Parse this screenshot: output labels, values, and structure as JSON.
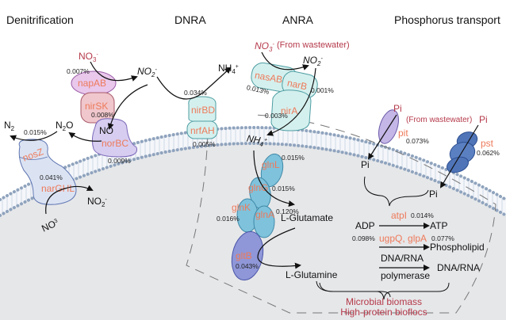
{
  "sections": {
    "denitrification": "Denitrification",
    "dnra": "DNRA",
    "anra": "ANRA",
    "phosphorus": "Phosphorus transport"
  },
  "colors": {
    "enzyme_label": "#ee7a5a",
    "source_label": "#b5394a",
    "membrane_dots": "#8fa3bd",
    "cell_fill": "#e6e7e9",
    "napAB_fill": "#e9c8ec",
    "nirSK_fill": "#f0c7cc",
    "norBC_fill": "#d6cdf0",
    "narGHL_fill": "#dbe3f3",
    "dnra_fill": "#d4f0ee",
    "gln_fill": "#7fc2dc",
    "gltB_fill": "#8f97d8",
    "pit_fill": "#c4b6e6",
    "pst_fill": "#4f74b8"
  },
  "denitrification": {
    "no3_top": "NO",
    "no3_top_sub": "3",
    "no3_top_sup": "-",
    "napAB": "napAB",
    "napAB_pct": "0.007%",
    "no2": "NO",
    "no2_sub": "2",
    "no2_sup": "-",
    "nirSK": "nirSK",
    "nirSK_pct": "0.008%",
    "no": "NO",
    "norBC": "norBC",
    "norBC_pct": "0.009%",
    "n2o": "N",
    "n2o_sub": "2",
    "n2o_o": "O",
    "n2": "N",
    "n2_sub": "2",
    "nosZ": "nosZ",
    "nosZ_pct": "0.015%",
    "narGHL": "narGHL",
    "narGHL_pct": "0.041%",
    "no3_bottom": "NO",
    "no3_bottom_sub": "3",
    "no3_bottom_sup": "-",
    "no2_bottom": "NO",
    "no2_bottom_sub": "2",
    "no2_bottom_sup": "-"
  },
  "dnra": {
    "nh4": "NH",
    "nh4_sub": "4",
    "nh4_sup": "+",
    "pct_top": "0.034%",
    "nirBD": "nirBD",
    "nrfAH": "nrfAH",
    "pct_bottom": "0.005%"
  },
  "anra": {
    "no3": "NO",
    "no3_sub": "3",
    "no3_sup": "-",
    "source": "(From wastewater)",
    "no2": "NO",
    "no2_sub": "2",
    "no2_sup": "-",
    "nasAB": "nasAB",
    "nasAB_pct": "0.013%",
    "narB": "narB",
    "narB_pct": "0.001%",
    "nirA": "nirA",
    "nirA_pct": "0.003%",
    "nh4": "NH",
    "nh4_sub": "4",
    "nh4_sup": "+",
    "glnL": "glnL",
    "glnL_pct": "0.015%",
    "glnG": "glnG",
    "glnG_pct": "0.015%",
    "glnK": "glnK",
    "glnK_pct": "0.016%",
    "glnA": "glnA",
    "glnA_pct": "0.120%",
    "glutamate": "L-Glutamate",
    "gltB": "gltB",
    "gltB_pct": "0.043%",
    "glutamine": "L-Glutamine"
  },
  "phosphorus": {
    "pi_outer_left": "Pi",
    "pi_source": "(From wastewater)",
    "pit": "pit",
    "pit_pct": "0.073%",
    "pi_outer_right": "Pi",
    "pst": "pst",
    "pst_pct": "0.062%",
    "pi_inner_left": "Pi",
    "pi_inner_right": "Pi",
    "atpl": "atpI",
    "atpl_pct": "0.014%",
    "adp": "ADP",
    "atp": "ATP",
    "ugp_pct": "0.098%",
    "ugp": "ugpQ, glpA",
    "glp_pct": "0.077%",
    "phospholipid": "Phospholipid",
    "dnarna_top": "DNA/RNA",
    "dnarna_prod": "DNA/RNA",
    "polymerase": "polymerase"
  },
  "outcome": {
    "line1": "Microbial biomass",
    "line2": "High-protein bioflocs"
  }
}
